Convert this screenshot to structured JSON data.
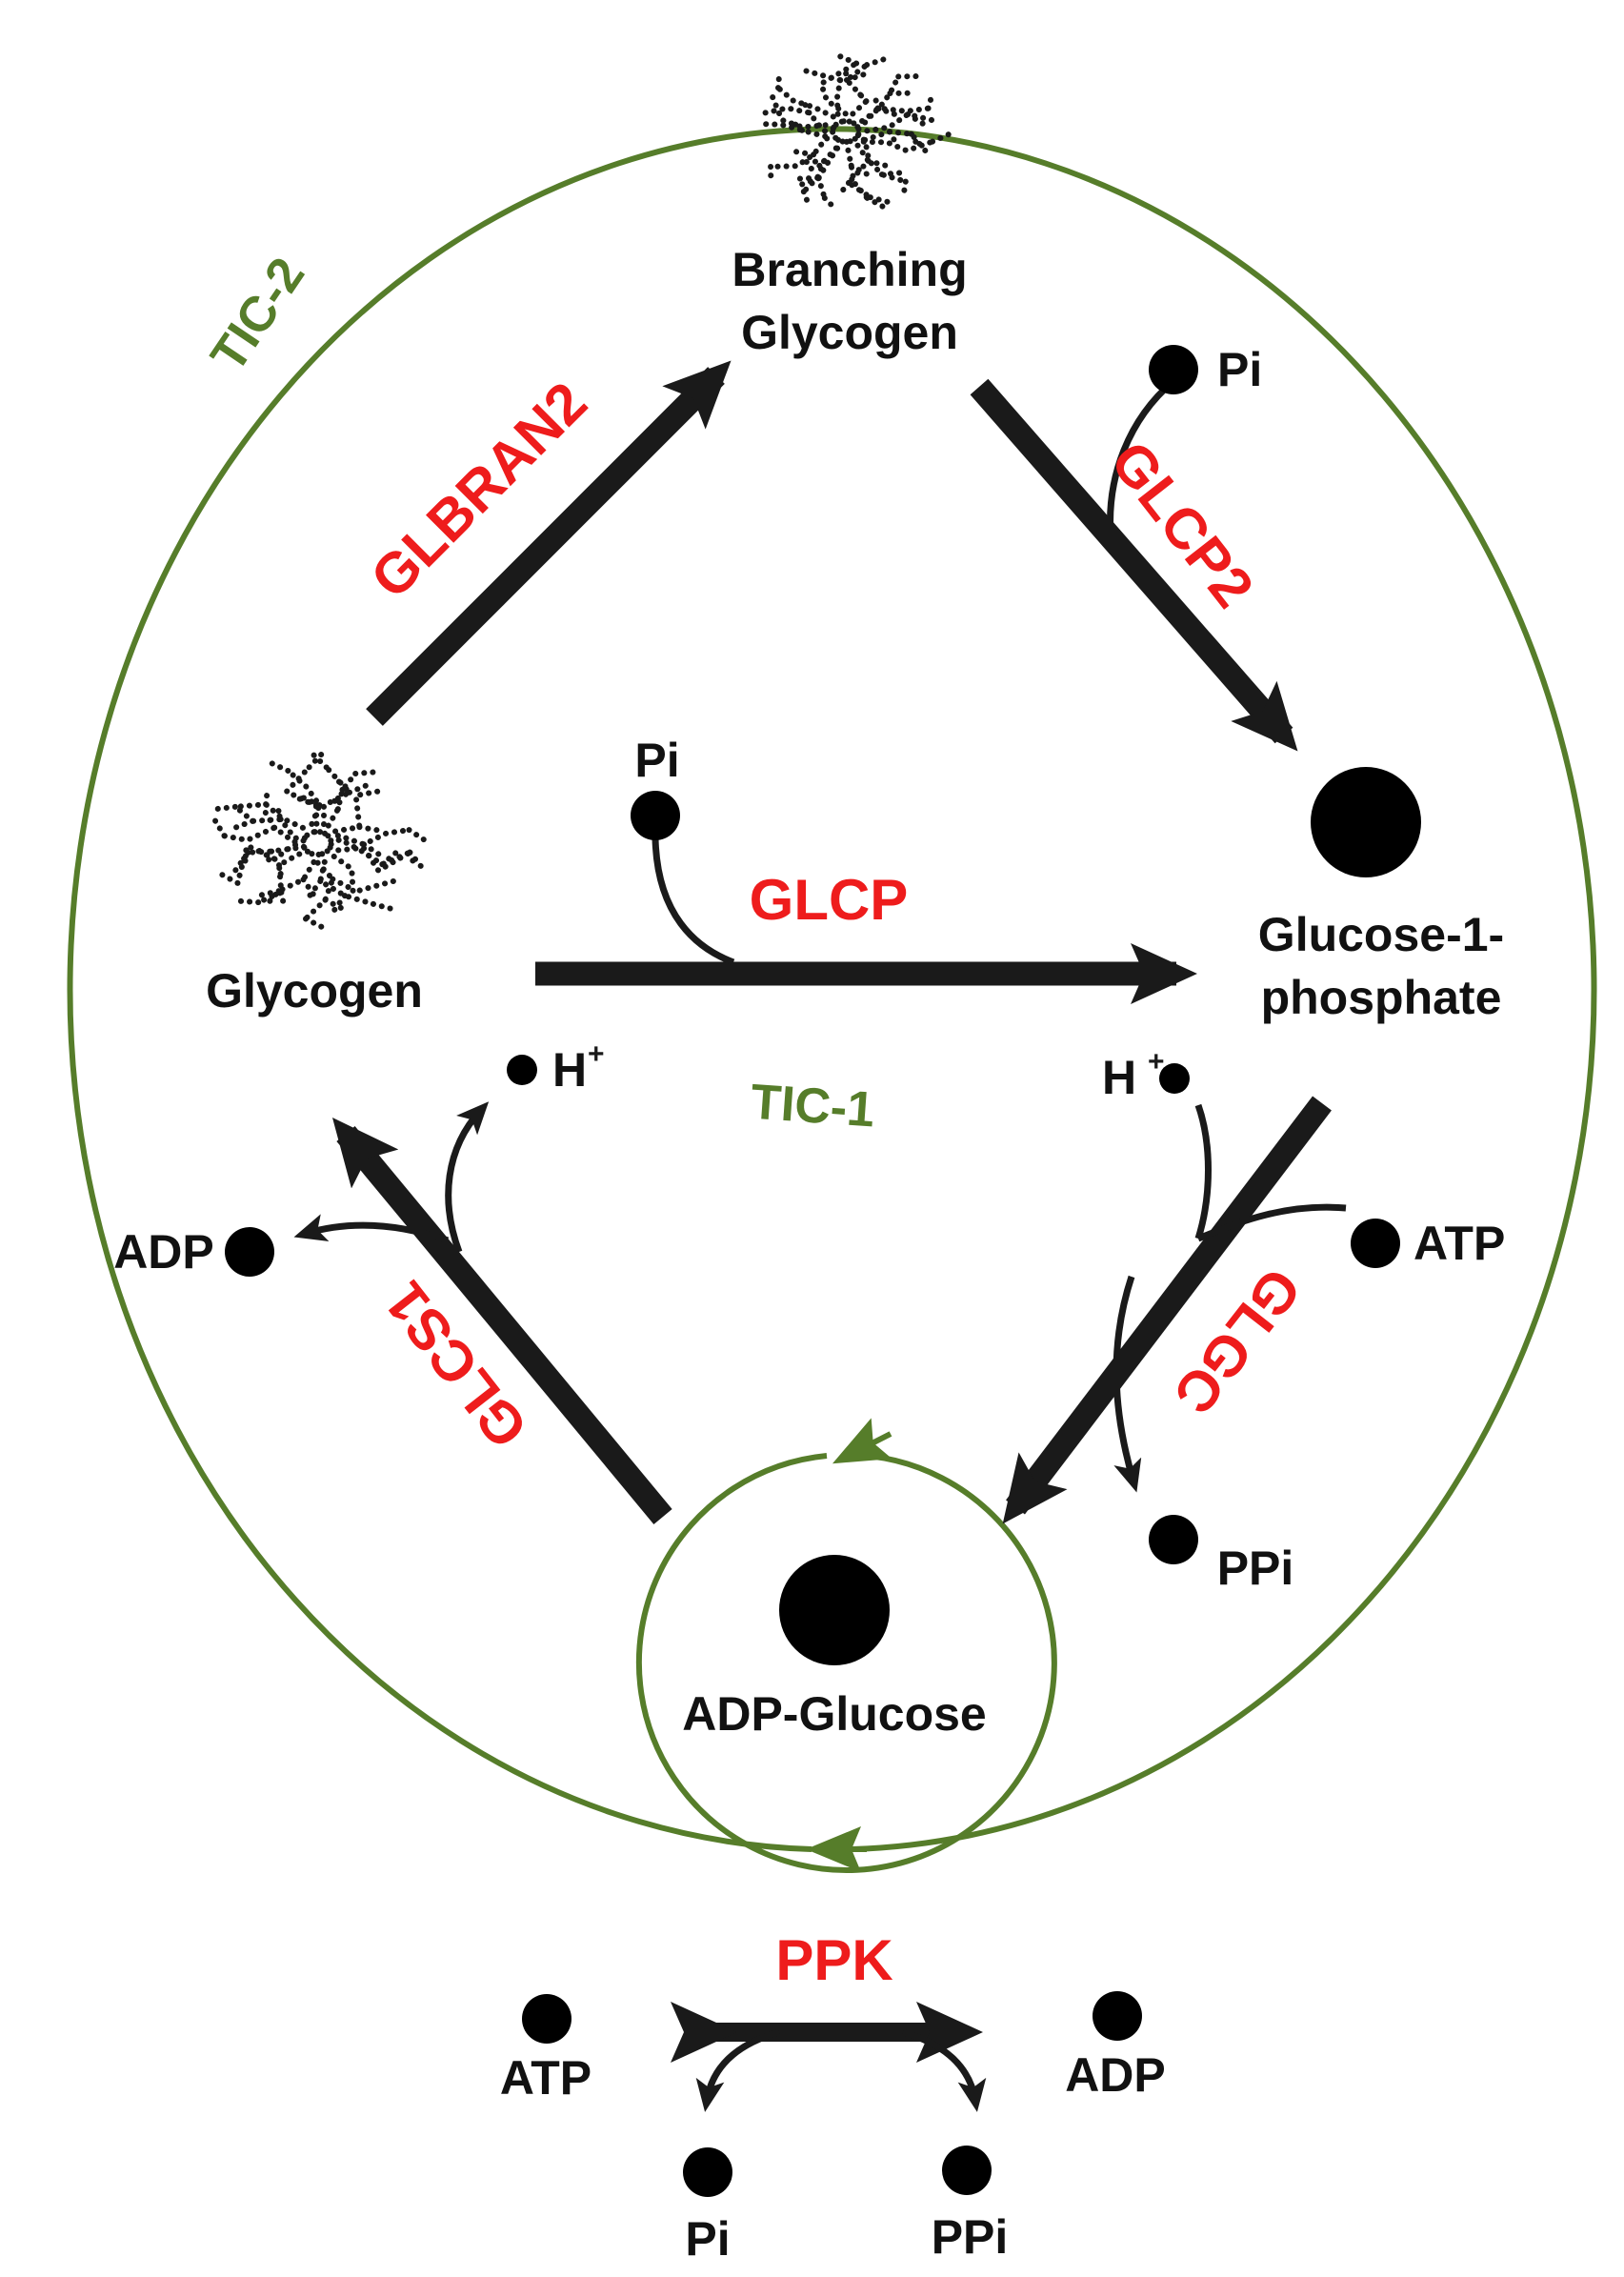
{
  "colors": {
    "enzyme": "#ee1c1c",
    "cycle": "#567d2a",
    "arrow": "#1a1a1a",
    "text": "#111111"
  },
  "cycles": {
    "outer": "TIC-2",
    "inner": "TIC-1"
  },
  "metabolites": {
    "branching_glycogen": [
      "Branching",
      "Glycogen"
    ],
    "glycogen": "Glycogen",
    "glucose_1_phosphate": [
      "Glucose-1-",
      "phosphate"
    ],
    "adp_glucose": "ADP-Glucose"
  },
  "enzymes": {
    "glbran2": "GLBRAN2",
    "glcp2": "GLCP2",
    "glcp": "GLCP",
    "glgc": "GLGC",
    "glcs1": "GLCS1",
    "ppk": "PPK"
  },
  "cofactors": {
    "pi_glcp2": "Pi",
    "pi_glcp": "Pi",
    "h_glgc": "H",
    "atp_glgc": "ATP",
    "ppi_glgc": "PPi",
    "h_glcs1": "H",
    "adp_glcs1": "ADP",
    "atp_ppk": "ATP",
    "adp_ppk": "ADP",
    "pi_ppk": "Pi",
    "ppi_ppk": "PPi",
    "proton_charge": "+"
  },
  "icons": [
    "glycogen-granule-icon",
    "metabolite-dot-icon",
    "reaction-arrow-icon",
    "cycle-arrow-icon"
  ]
}
